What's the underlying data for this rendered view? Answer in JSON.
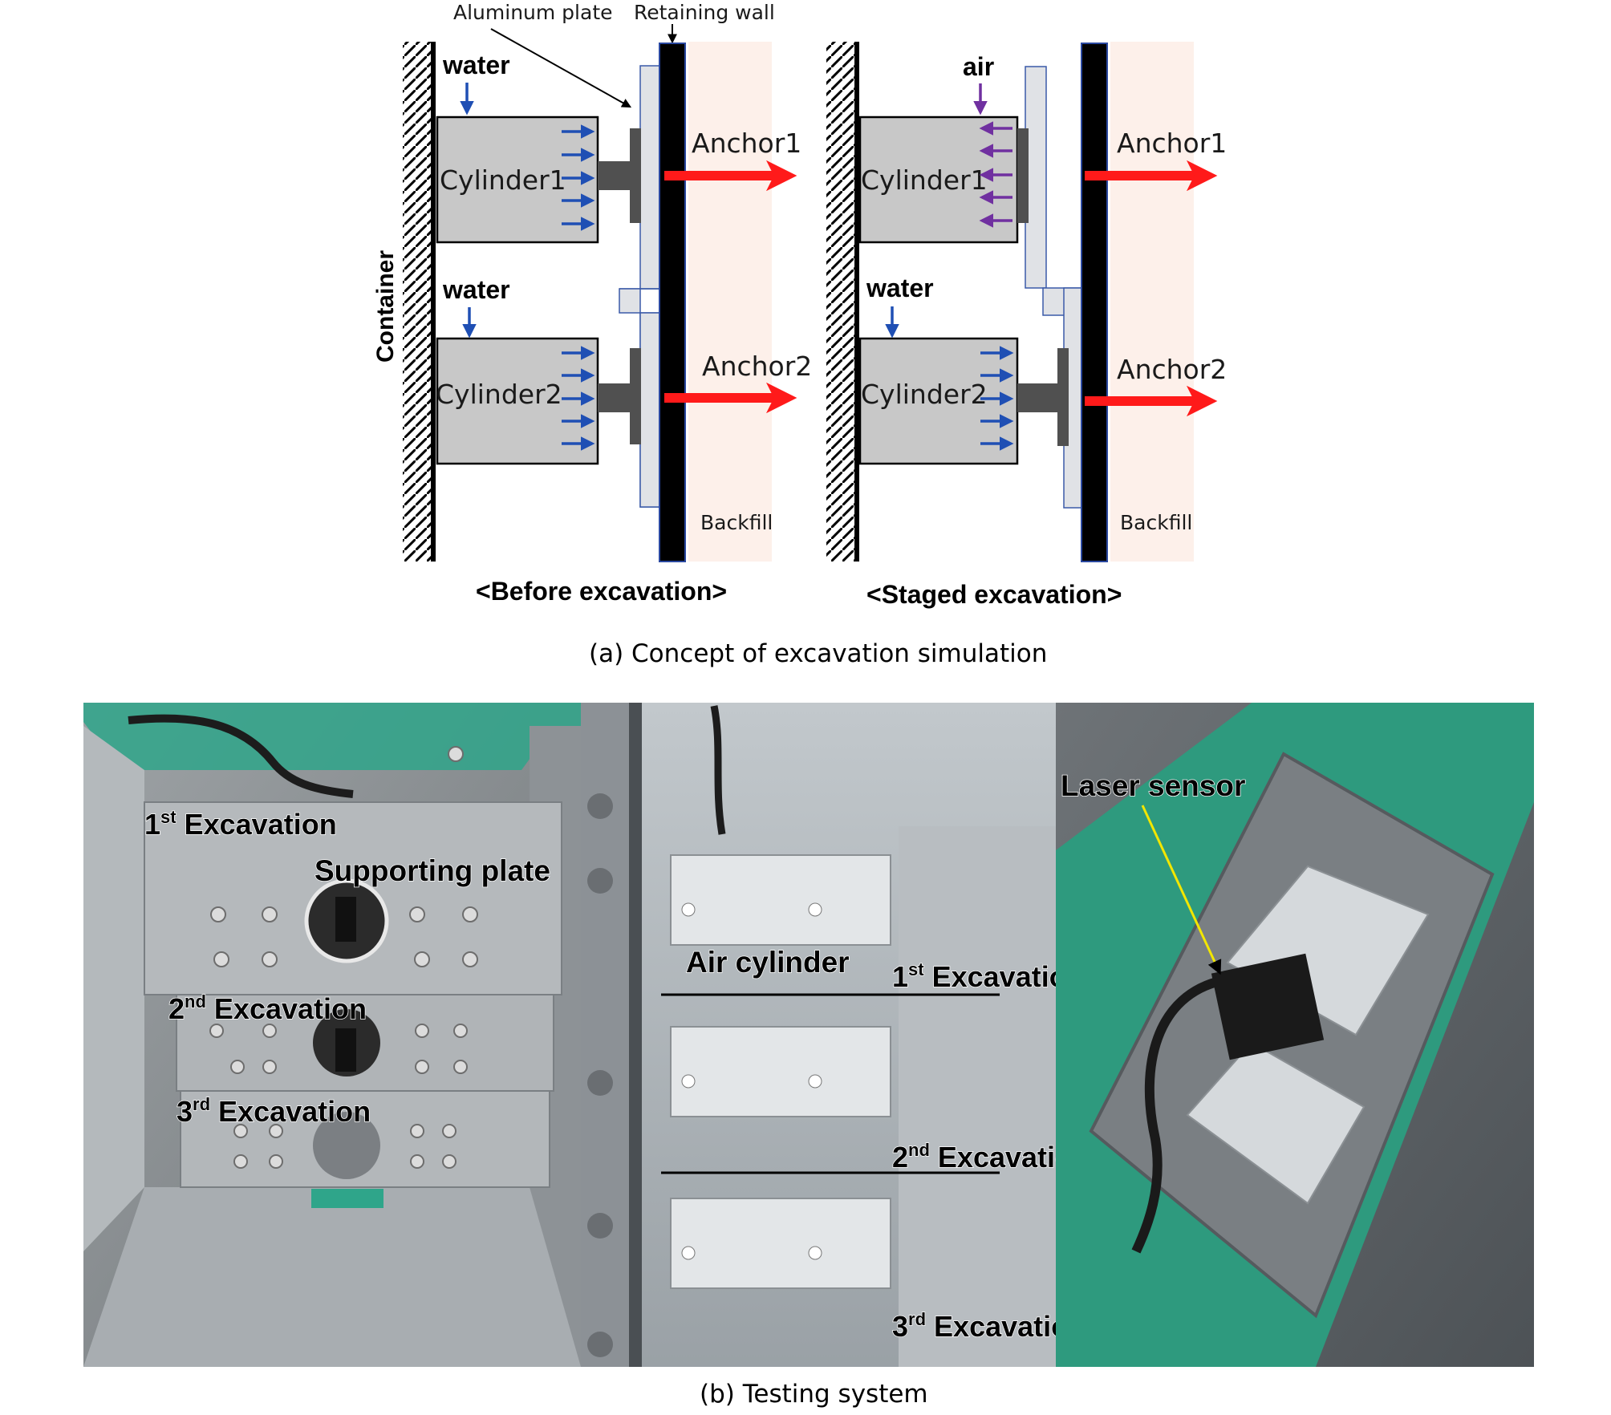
{
  "panel_a": {
    "top_labels": {
      "aluminum_plate": "Aluminum plate",
      "retaining_wall": "Retaining wall"
    },
    "container_label": "Container",
    "left": {
      "water_top": "water",
      "water_bottom": "water",
      "cylinder1": "Cylinder1",
      "cylinder2": "Cylinder2",
      "anchor1": "Anchor1",
      "anchor2": "Anchor2",
      "backfill": "Backfill",
      "title": "<Before excavation>"
    },
    "right": {
      "air_top": "air",
      "water_bottom": "water",
      "cylinder1": "Cylinder1",
      "cylinder2": "Cylinder2",
      "anchor1": "Anchor1",
      "anchor2": "Anchor2",
      "backfill": "Backfill",
      "title": "<Staged excavation>"
    },
    "caption": "(a)  Concept  of  excavation  simulation",
    "colors": {
      "water_arrow": "#1f4fb4",
      "air_arrow": "#7030a0",
      "anchor_arrow": "#ff1a1a",
      "cylinder": "#c8c8c8",
      "backfill": "#fdf0ea",
      "wall": "#000000"
    }
  },
  "panel_b": {
    "photo1": {
      "exc1": {
        "num": "1",
        "sup": "st",
        "text": " Excavation"
      },
      "supporting_plate": "Supporting plate",
      "exc2": {
        "num": "2",
        "sup": "nd",
        "text": " Excavation"
      },
      "exc3": {
        "num": "3",
        "sup": "rd",
        "text": " Excavation"
      }
    },
    "photo2": {
      "air_cylinder": "Air cylinder",
      "exc1": {
        "num": "1",
        "sup": "st",
        "text": " Excavation"
      },
      "exc2": {
        "num": "2",
        "sup": "nd",
        "text": " Excavation"
      },
      "exc3": {
        "num": "3",
        "sup": "rd",
        "text": " Excavation"
      }
    },
    "photo3": {
      "laser_sensor": "Laser sensor"
    },
    "caption": "(b)  Testing  system"
  }
}
